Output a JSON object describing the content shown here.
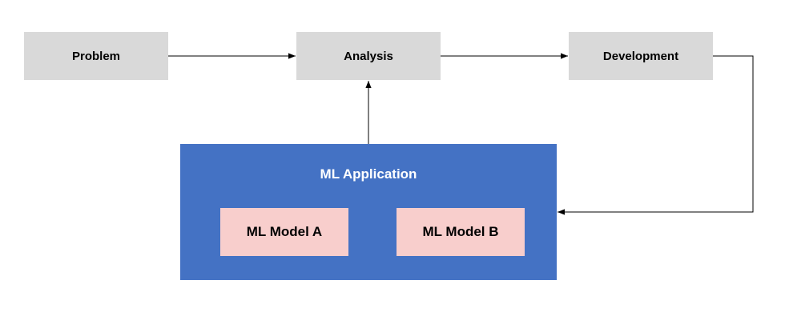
{
  "nodes": {
    "problem": "Problem",
    "analysis": "Analysis",
    "development": "Development"
  },
  "application": {
    "title": "ML Application",
    "models": [
      "ML Model A",
      "ML Model B"
    ]
  },
  "colors": {
    "step_fill": "#d9d9d9",
    "container_fill": "#4472c4",
    "model_fill": "#f8cecc",
    "edge": "#000000"
  }
}
